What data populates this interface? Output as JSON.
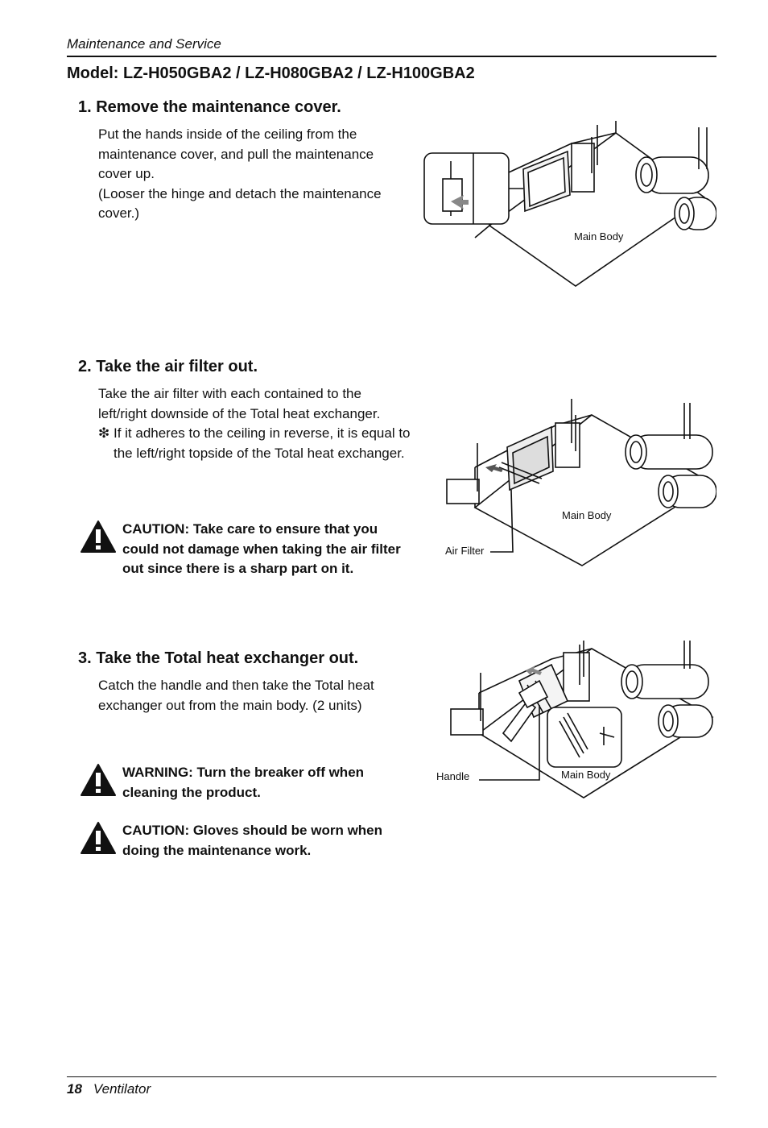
{
  "header": {
    "section_title": "Maintenance and Service"
  },
  "model_title": "Model: LZ-H050GBA2 / LZ-H080GBA2 / LZ-H100GBA2",
  "steps": [
    {
      "heading": "1. Remove the maintenance cover.",
      "lines": [
        "Put the hands inside of the ceiling from the",
        "maintenance cover, and pull the maintenance",
        "cover up.",
        "(Looser the hinge and detach the maintenance",
        "cover.)"
      ],
      "figure_labels": {
        "main_body": "Main Body"
      }
    },
    {
      "heading": "2. Take the air filter out.",
      "lines": [
        "Take the air filter with each contained to the",
        "left/right downside of the Total heat exchanger."
      ],
      "note": "❇ If it adheres to the ceiling in reverse, it is equal to the left/right topside of the Total heat exchanger.",
      "caution": "CAUTION: Take care to ensure that you could not damage when taking the air filter out since there is a sharp part on it.",
      "figure_labels": {
        "main_body": "Main Body",
        "air_filter": "Air Filter"
      }
    },
    {
      "heading": "3. Take the Total heat exchanger out.",
      "lines": [
        "Catch the handle and then take the Total heat",
        "exchanger out from the main body. (2 units)"
      ],
      "warning": "WARNING: Turn the breaker off when cleaning the product.",
      "caution": "CAUTION: Gloves should be worn when doing the maintenance work.",
      "figure_labels": {
        "main_body": "Main Body",
        "handle": "Handle"
      }
    }
  ],
  "footer": {
    "page_number": "18",
    "product": "Ventilator"
  }
}
